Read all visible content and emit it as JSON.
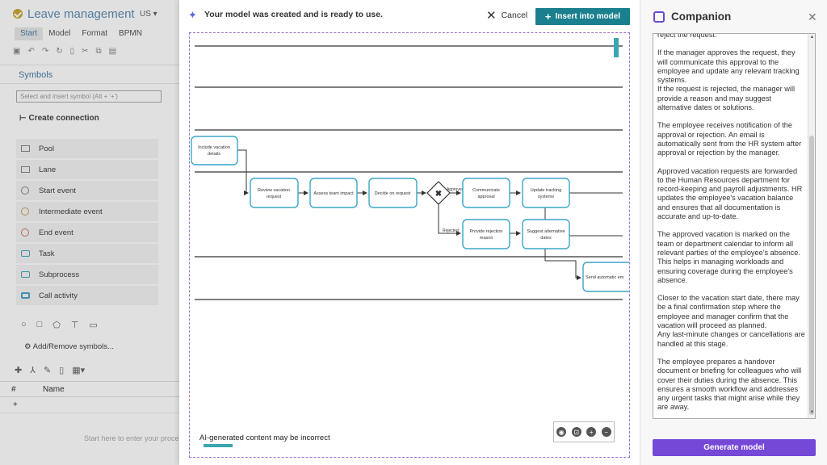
{
  "app": {
    "title": "Leave management",
    "language": "US",
    "menu": [
      "Start",
      "Model",
      "Format",
      "BPMN"
    ],
    "symbols_header": "Symbols",
    "symbol_search_placeholder": "Select and insert symbol (Alt + '+')",
    "create_connection": "Create connection",
    "symbols": [
      {
        "label": "Pool",
        "icon": "pool-icon"
      },
      {
        "label": "Lane",
        "icon": "lane-icon"
      },
      {
        "label": "Start event",
        "icon": "start-event-icon"
      },
      {
        "label": "Intermediate event",
        "icon": "intermediate-event-icon"
      },
      {
        "label": "End event",
        "icon": "end-event-icon"
      },
      {
        "label": "Task",
        "icon": "task-icon"
      },
      {
        "label": "Subprocess",
        "icon": "subprocess-icon"
      },
      {
        "label": "Call activity",
        "icon": "call-activity-icon"
      }
    ],
    "add_remove_symbols": "Add/Remove symbols...",
    "table_headers": [
      "#",
      "Name"
    ],
    "start_hint": "Start here to enter your proce"
  },
  "modal": {
    "title": "Your model was created and is ready to use.",
    "cancel_label": "Cancel",
    "insert_label": "Insert into model",
    "ai_note": "AI-generated content may be incorrect",
    "diagram": {
      "tasks": [
        "Include vacation details",
        "Review vacation request",
        "Assess team impact",
        "Decide on request",
        "Communicate approval",
        "Update tracking systems",
        "Provide rejection reason",
        "Suggest alternative dates",
        "Send automatic em"
      ],
      "gateway_labels": [
        "Approved",
        "Rejected"
      ]
    }
  },
  "companion": {
    "title": "Companion",
    "paragraphs": [
      "reject the request.",
      "If the manager approves the request, they will communicate this approval to the employee and update any relevant tracking systems.\nIf the request is rejected, the manager will provide a reason and may suggest alternative dates or solutions.",
      "The employee receives notification of the approval or rejection. An email is automatically sent from the HR system after approval or rejection by the manager.",
      "Approved vacation requests are forwarded to the Human Resources department for record-keeping and payroll adjustments. HR updates the employee's vacation balance and ensures that all documentation is accurate and up-to-date.",
      "The approved vacation is marked on the team or department calendar to inform all relevant parties of the employee's absence. This helps in managing workloads and ensuring coverage during the employee's absence.",
      "Closer to the vacation start date, there may be a final confirmation step where the employee and manager confirm that the vacation will proceed as planned.\nAny last-minute changes or cancellations are handled at this stage.",
      "The employee prepares a handover document or briefing for colleagues who will cover their duties during the absence. This ensures a smooth workflow and addresses any urgent tasks that might arise while they are away."
    ],
    "generate_label": "Generate model"
  }
}
